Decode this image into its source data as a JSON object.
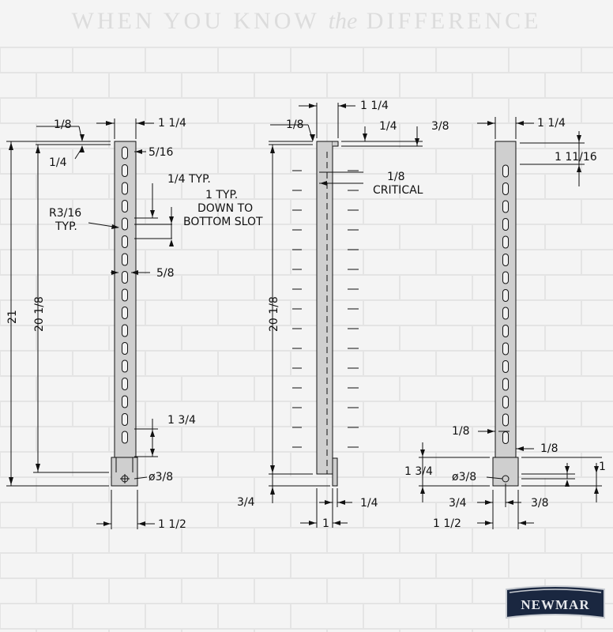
{
  "tagline": {
    "part1": "WHEN YOU KNOW",
    "the": "the",
    "part2": "DIFFERENCE"
  },
  "colors": {
    "background": "#f4f4f4",
    "brick_line": "#e4e4e4",
    "part_fill": "#cfcfcf",
    "line": "#111111",
    "logo_dark": "#1a2740",
    "logo_silver": "#c8ccd2"
  },
  "logo": {
    "text": "NEWMAR"
  },
  "front_view": {
    "dim_top_width": "1 1/4",
    "dim_wall": "1/8",
    "dim_top_offset": "1/4",
    "dim_first_slot": "5/16",
    "dim_slot_spacing": "1/4 TYP.",
    "note_spacing_line1": "1 TYP.",
    "note_spacing_line2": "DOWN TO",
    "note_spacing_line3": "BOTTOM SLOT",
    "radius_line1": "R3/16",
    "radius_line2": "TYP.",
    "dim_slot_length": "5/8",
    "dim_height_total": "21",
    "dim_height_slotted": "20 1/8",
    "dim_bottom_slot": "1 3/4",
    "dim_hole": "ø3/8",
    "dim_base_width": "1 1/2"
  },
  "side_view": {
    "dim_top_width": "1 1/4",
    "dim_wall": "1/8",
    "dim_hook_gap": "1/4",
    "dim_hook_drop": "3/8",
    "dim_critical_line1": "1/8",
    "dim_critical_line2": "CRITICAL",
    "dim_height_slotted": "20 1/8",
    "dim_foot": "3/4",
    "dim_tab": "1/4",
    "dim_depth": "1"
  },
  "back_view": {
    "dim_top_width": "1 1/4",
    "dim_first_slot": "1 11/16",
    "dim_wall_left": "1/8",
    "dim_wall_right": "1/8",
    "dim_bottom": "1 3/4",
    "dim_hole": "ø3/8",
    "dim_hole_height": "1",
    "dim_hole_offset": "3/4",
    "dim_hole_side": "3/8",
    "dim_base_width": "1 1/2"
  }
}
